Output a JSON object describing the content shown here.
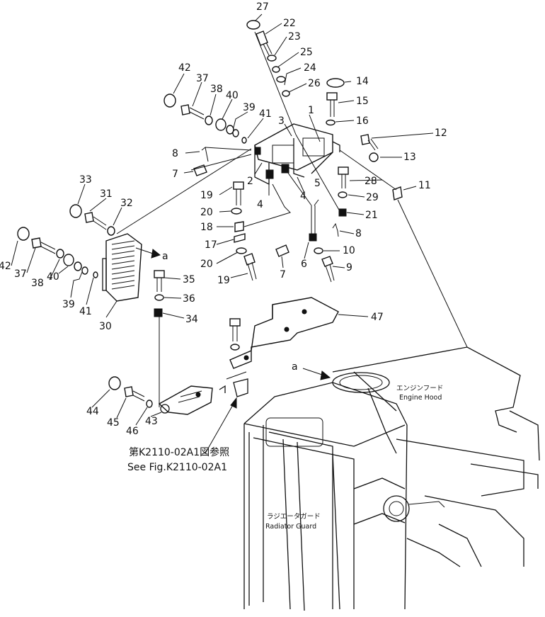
{
  "parts": [
    "27",
    "22",
    "23",
    "25",
    "24",
    "26",
    "14",
    "15",
    "16",
    "1",
    "3",
    "42",
    "37",
    "38",
    "40",
    "39",
    "41",
    "12",
    "13",
    "8",
    "7",
    "2",
    "28",
    "29",
    "4",
    "5",
    "11",
    "19",
    "20",
    "21",
    "18",
    "17",
    "33",
    "31",
    "32",
    "10",
    "6",
    "9",
    "35",
    "36",
    "34",
    "30",
    "47",
    "44",
    "45",
    "46",
    "43"
  ],
  "view_marker": "a",
  "engine_hood": {
    "jp": "エンジンフード",
    "en": "Engine Hood"
  },
  "radiator_guard": {
    "jp": "ラジエータガード",
    "en": "Radiator Guard"
  },
  "reference": {
    "jp": "第K2110-02A1図参照",
    "en": "See Fig.K2110-02A1"
  }
}
